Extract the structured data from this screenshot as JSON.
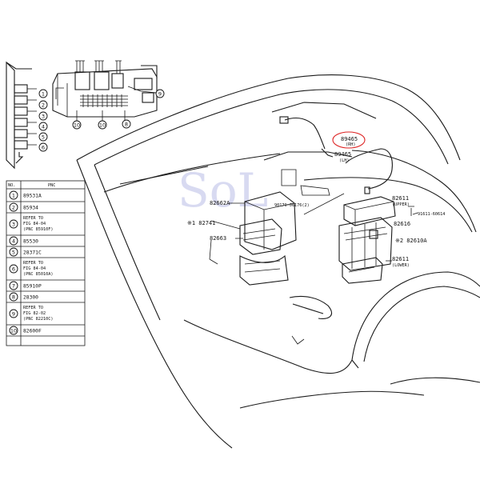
{
  "table": {
    "header": {
      "no": "NO.",
      "pnc": "PNC"
    },
    "rows": [
      {
        "no": "1",
        "pnc": [
          "89531A"
        ]
      },
      {
        "no": "2",
        "pnc": [
          "85934"
        ]
      },
      {
        "no": "3",
        "pnc": [
          "REFER TO",
          "FIG 84-04",
          "(PNC 85910F)"
        ]
      },
      {
        "no": "4",
        "pnc": [
          "85530"
        ]
      },
      {
        "no": "5",
        "pnc": [
          "28371C"
        ]
      },
      {
        "no": "6",
        "pnc": [
          "REFER TO",
          "FIG 84-04",
          "(PNC 85010A)"
        ]
      },
      {
        "no": "7",
        "pnc": [
          "85910P"
        ]
      },
      {
        "no": "8",
        "pnc": [
          "28300"
        ]
      },
      {
        "no": "9",
        "pnc": [
          "REFER TO",
          "FIG 82-02",
          "(PNC 82210C)"
        ]
      },
      {
        "no": "10",
        "pnc": [
          "82600F"
        ]
      }
    ]
  },
  "callouts": {
    "top_circles": [
      "1",
      "2",
      "3",
      "4",
      "5",
      "6",
      "9"
    ],
    "bottom_circles": [
      "10",
      "10",
      "8"
    ]
  },
  "labels": {
    "p82662a": "82662A",
    "p82741": "※1 82741",
    "p82663": "82663",
    "p90179": "90179-06176(2)",
    "p89465_rh": "89465",
    "rh": "(RH)",
    "p89465_lh": "89465",
    "lh": "(LH)",
    "p82611_upper": "82611",
    "upper": "(UPPER)",
    "p91611": "91611-60614",
    "p82616": "82616",
    "p82610a": "※2 82610A",
    "p82611_lower": "82611",
    "lower": "(LOWER)"
  },
  "watermark": {
    "text": "SoL",
    "color": "#b9bde6"
  },
  "colors": {
    "highlight": "#dd2222",
    "ink": "#1a1a1a"
  }
}
